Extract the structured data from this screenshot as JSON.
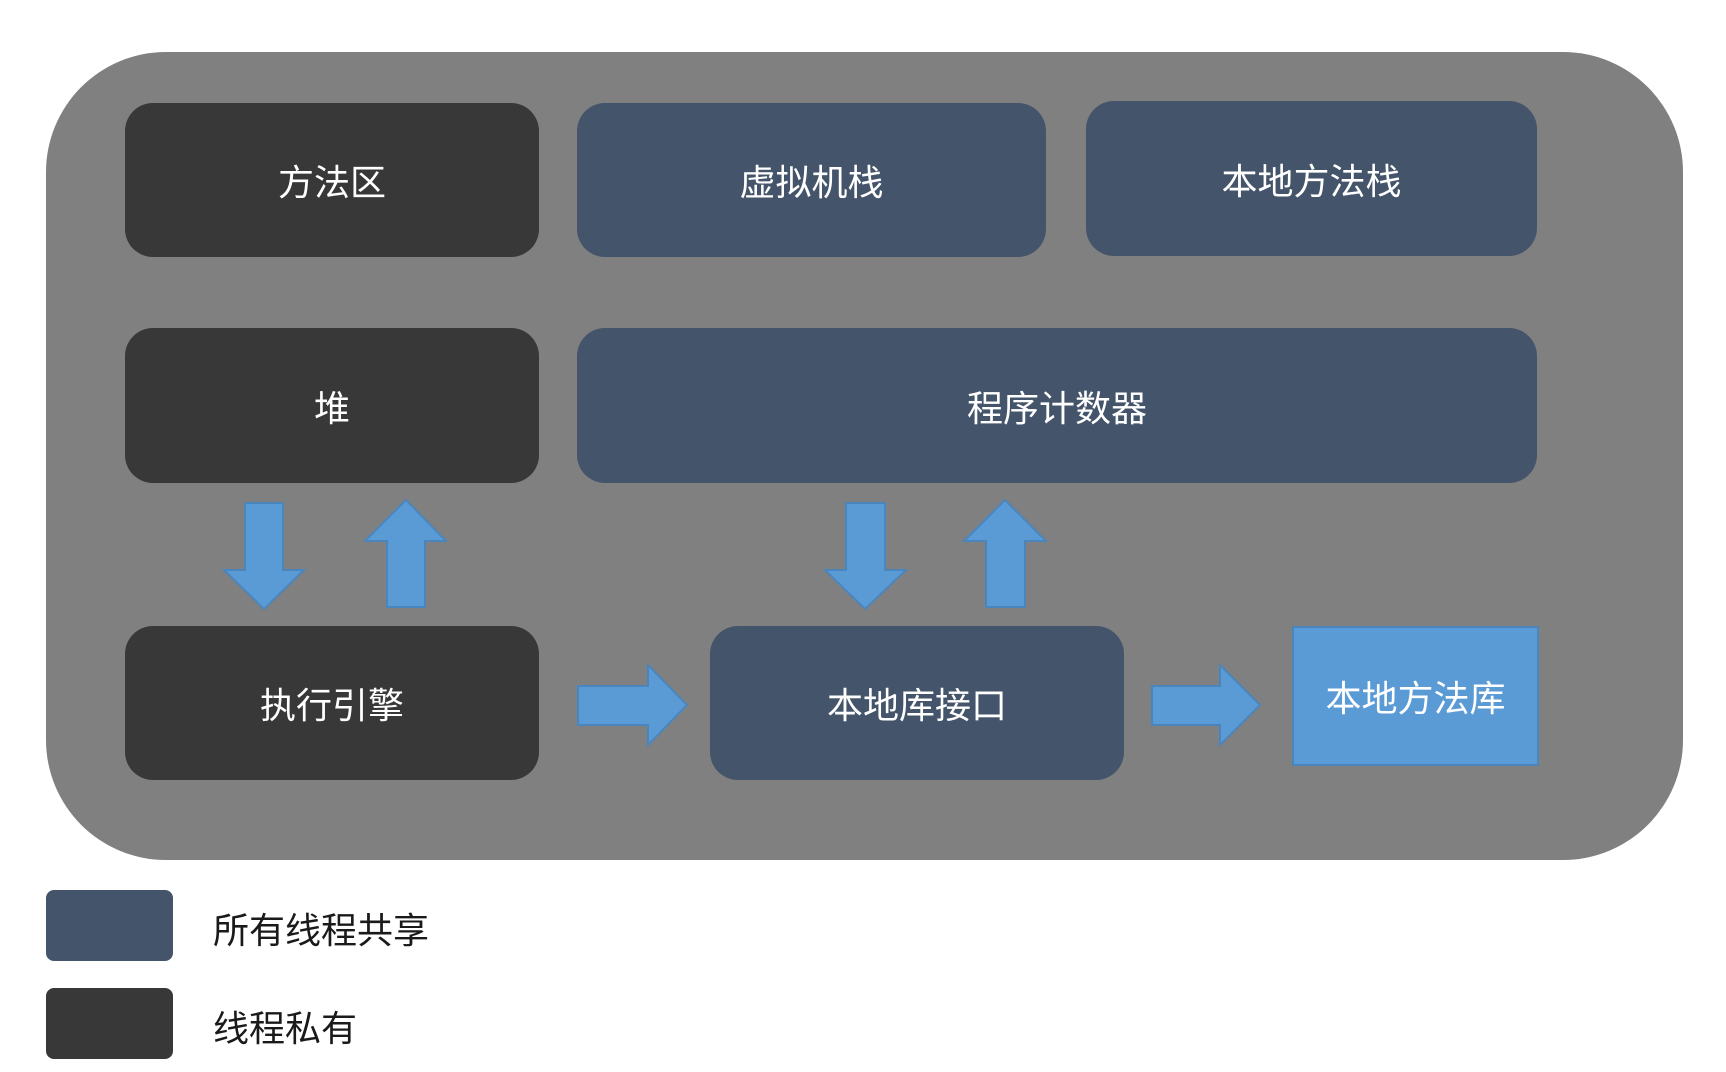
{
  "diagram": {
    "blocks": {
      "method_area": "方法区",
      "vm_stack": "虚拟机栈",
      "native_method_stack": "本地方法栈",
      "heap": "堆",
      "program_counter": "程序计数器",
      "execution_engine": "执行引擎",
      "native_interface": "本地库接口",
      "native_method_library": "本地方法库"
    }
  },
  "legend": {
    "shared": "所有线程共享",
    "private": "线程私有"
  },
  "colors": {
    "container": "#808080",
    "shared": "#44546a",
    "private": "#383838",
    "native_library": "#5b9bd5",
    "arrow_fill": "#5b9bd5",
    "arrow_stroke": "#4a86be"
  }
}
